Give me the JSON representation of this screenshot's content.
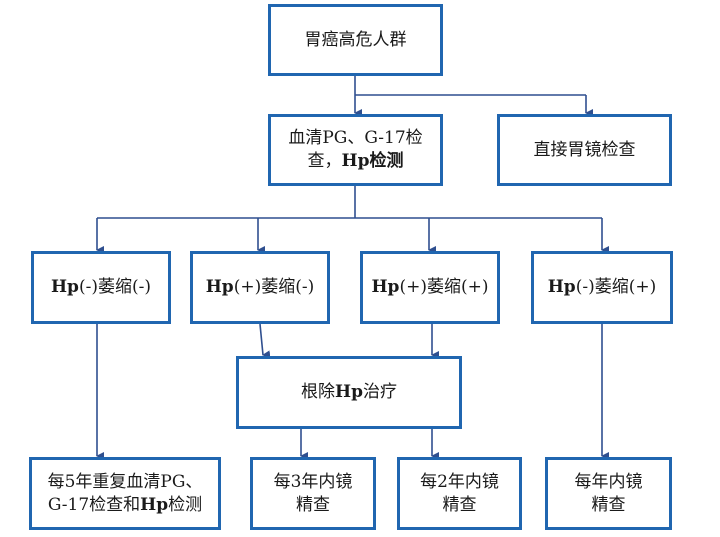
{
  "nodes": {
    "root": "胃癌高危人群",
    "serum_a": "血清PG、G-17检",
    "serum_b": "查，",
    "serum_hp": "Hp",
    "serum_c": "检测",
    "direct": "直接胃镜检查",
    "n1_hp": "Hp",
    "n1_rest": "(-)萎缩(-)",
    "n2_hp": "Hp",
    "n2_rest": "(+)萎缩(-)",
    "n3_hp": "Hp",
    "n3_rest": "(+)萎缩(+)",
    "n4_hp": "Hp",
    "n4_rest": "(-)萎缩(+)",
    "erad_a": "根除",
    "erad_hp": "Hp",
    "erad_b": "治疗",
    "o1_line1": "每5年重复血清PG、",
    "o1_line2a": "G-17检查和",
    "o1_hp": "Hp",
    "o1_line2b": "检测",
    "o2_line1": "每3年内镜",
    "o2_line2": "精查",
    "o3_line1": "每2年内镜",
    "o3_line2": "精查",
    "o4_line1": "每年内镜",
    "o4_line2": "精查"
  },
  "colors": {
    "border": "#2066b0",
    "connector": "#2f4f8f"
  }
}
